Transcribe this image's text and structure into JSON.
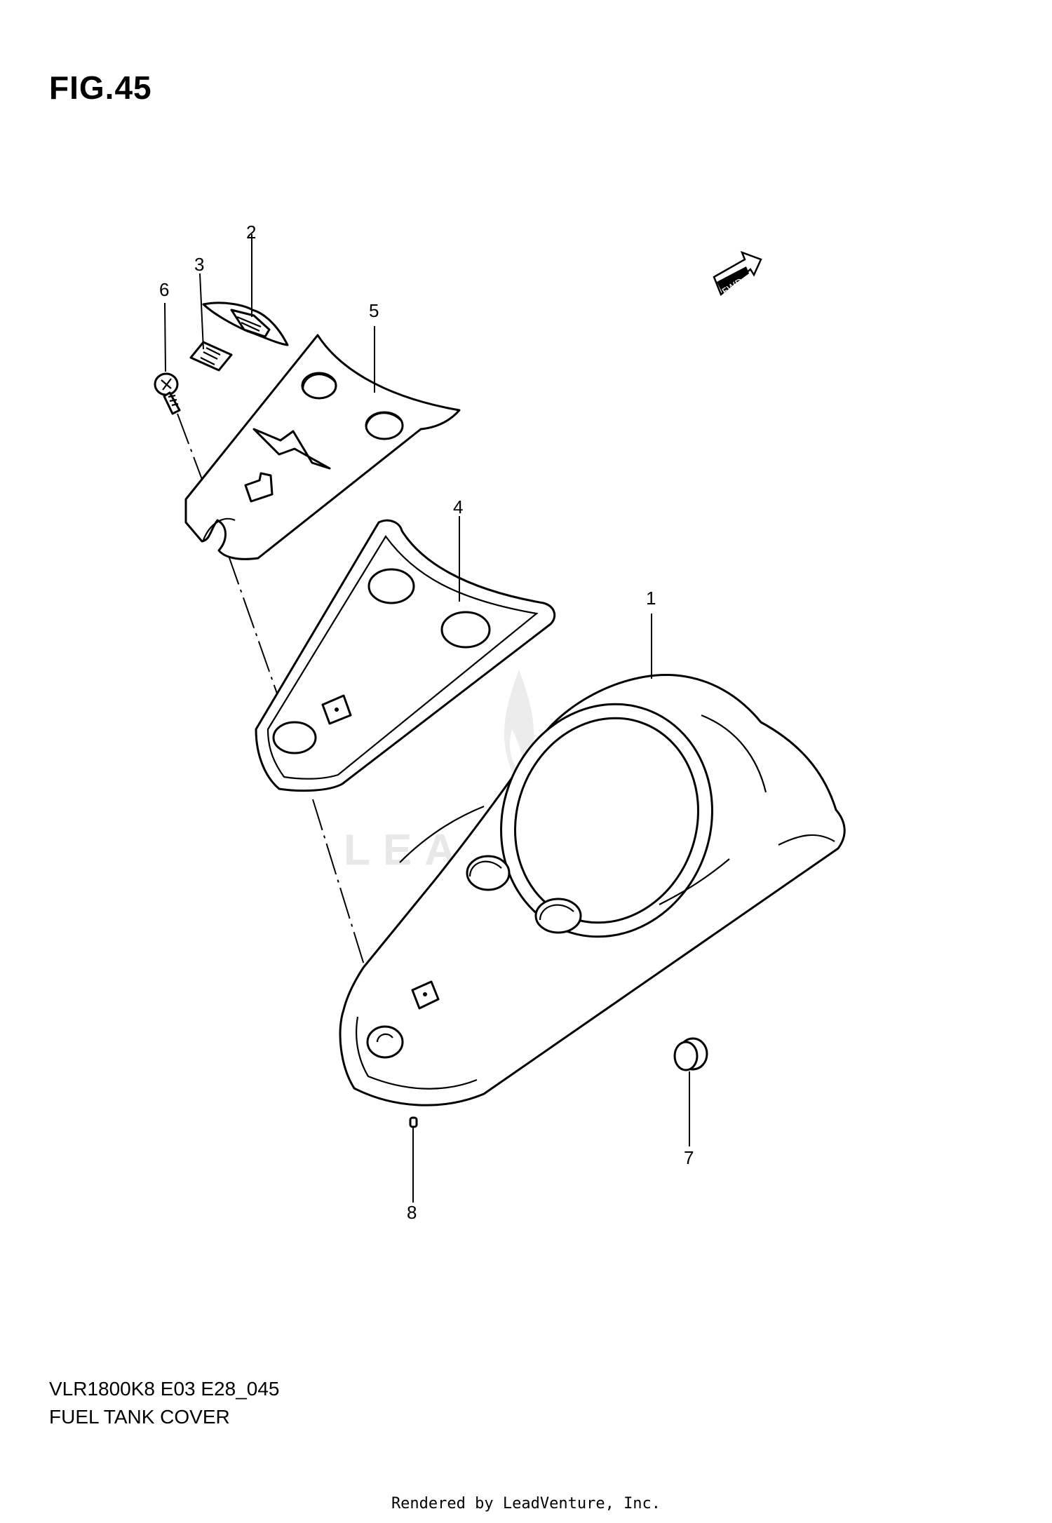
{
  "figure": {
    "title": "FIG.45",
    "model_code": "VLR1800K8 E03 E28_045",
    "name": "FUEL TANK COVER"
  },
  "callouts": [
    "1",
    "2",
    "3",
    "4",
    "5",
    "6",
    "7",
    "8"
  ],
  "fwd_badge": "FWD",
  "watermark": "LEADVENTURE",
  "footer": "Rendered by LeadVenture, Inc."
}
